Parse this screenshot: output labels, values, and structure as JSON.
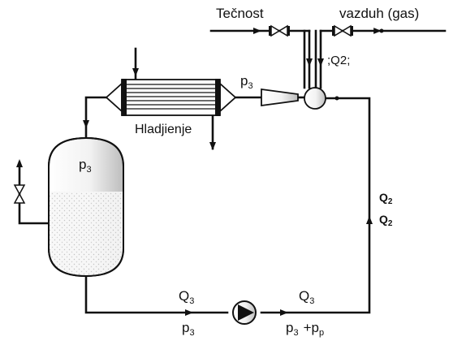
{
  "labels": {
    "liquid_inlet": "Tečnost",
    "gas_inlet": "vazduh (gas)",
    "gas_flow_top": "Q2",
    "pressure_after_cooler": "p",
    "pressure_after_cooler_sub": "3",
    "cooling": "Hladjienje",
    "tank_pressure": "p",
    "tank_pressure_sub": "3",
    "right_gas_flow_upper": "Q",
    "right_gas_flow_upper_sub": "2",
    "right_gas_flow_lower": "Q",
    "right_gas_flow_lower_sub": "2",
    "bottom_left_flow": "Q",
    "bottom_left_flow_sub": "3",
    "bottom_left_pressure": "p",
    "bottom_left_pressure_sub": "3",
    "bottom_right_flow": "Q",
    "bottom_right_flow_sub": "3",
    "bottom_right_pressure_a": "p",
    "bottom_right_pressure_a_sub": "3",
    "bottom_right_pressure_plus": "+p",
    "bottom_right_pressure_b_sub": "p"
  }
}
